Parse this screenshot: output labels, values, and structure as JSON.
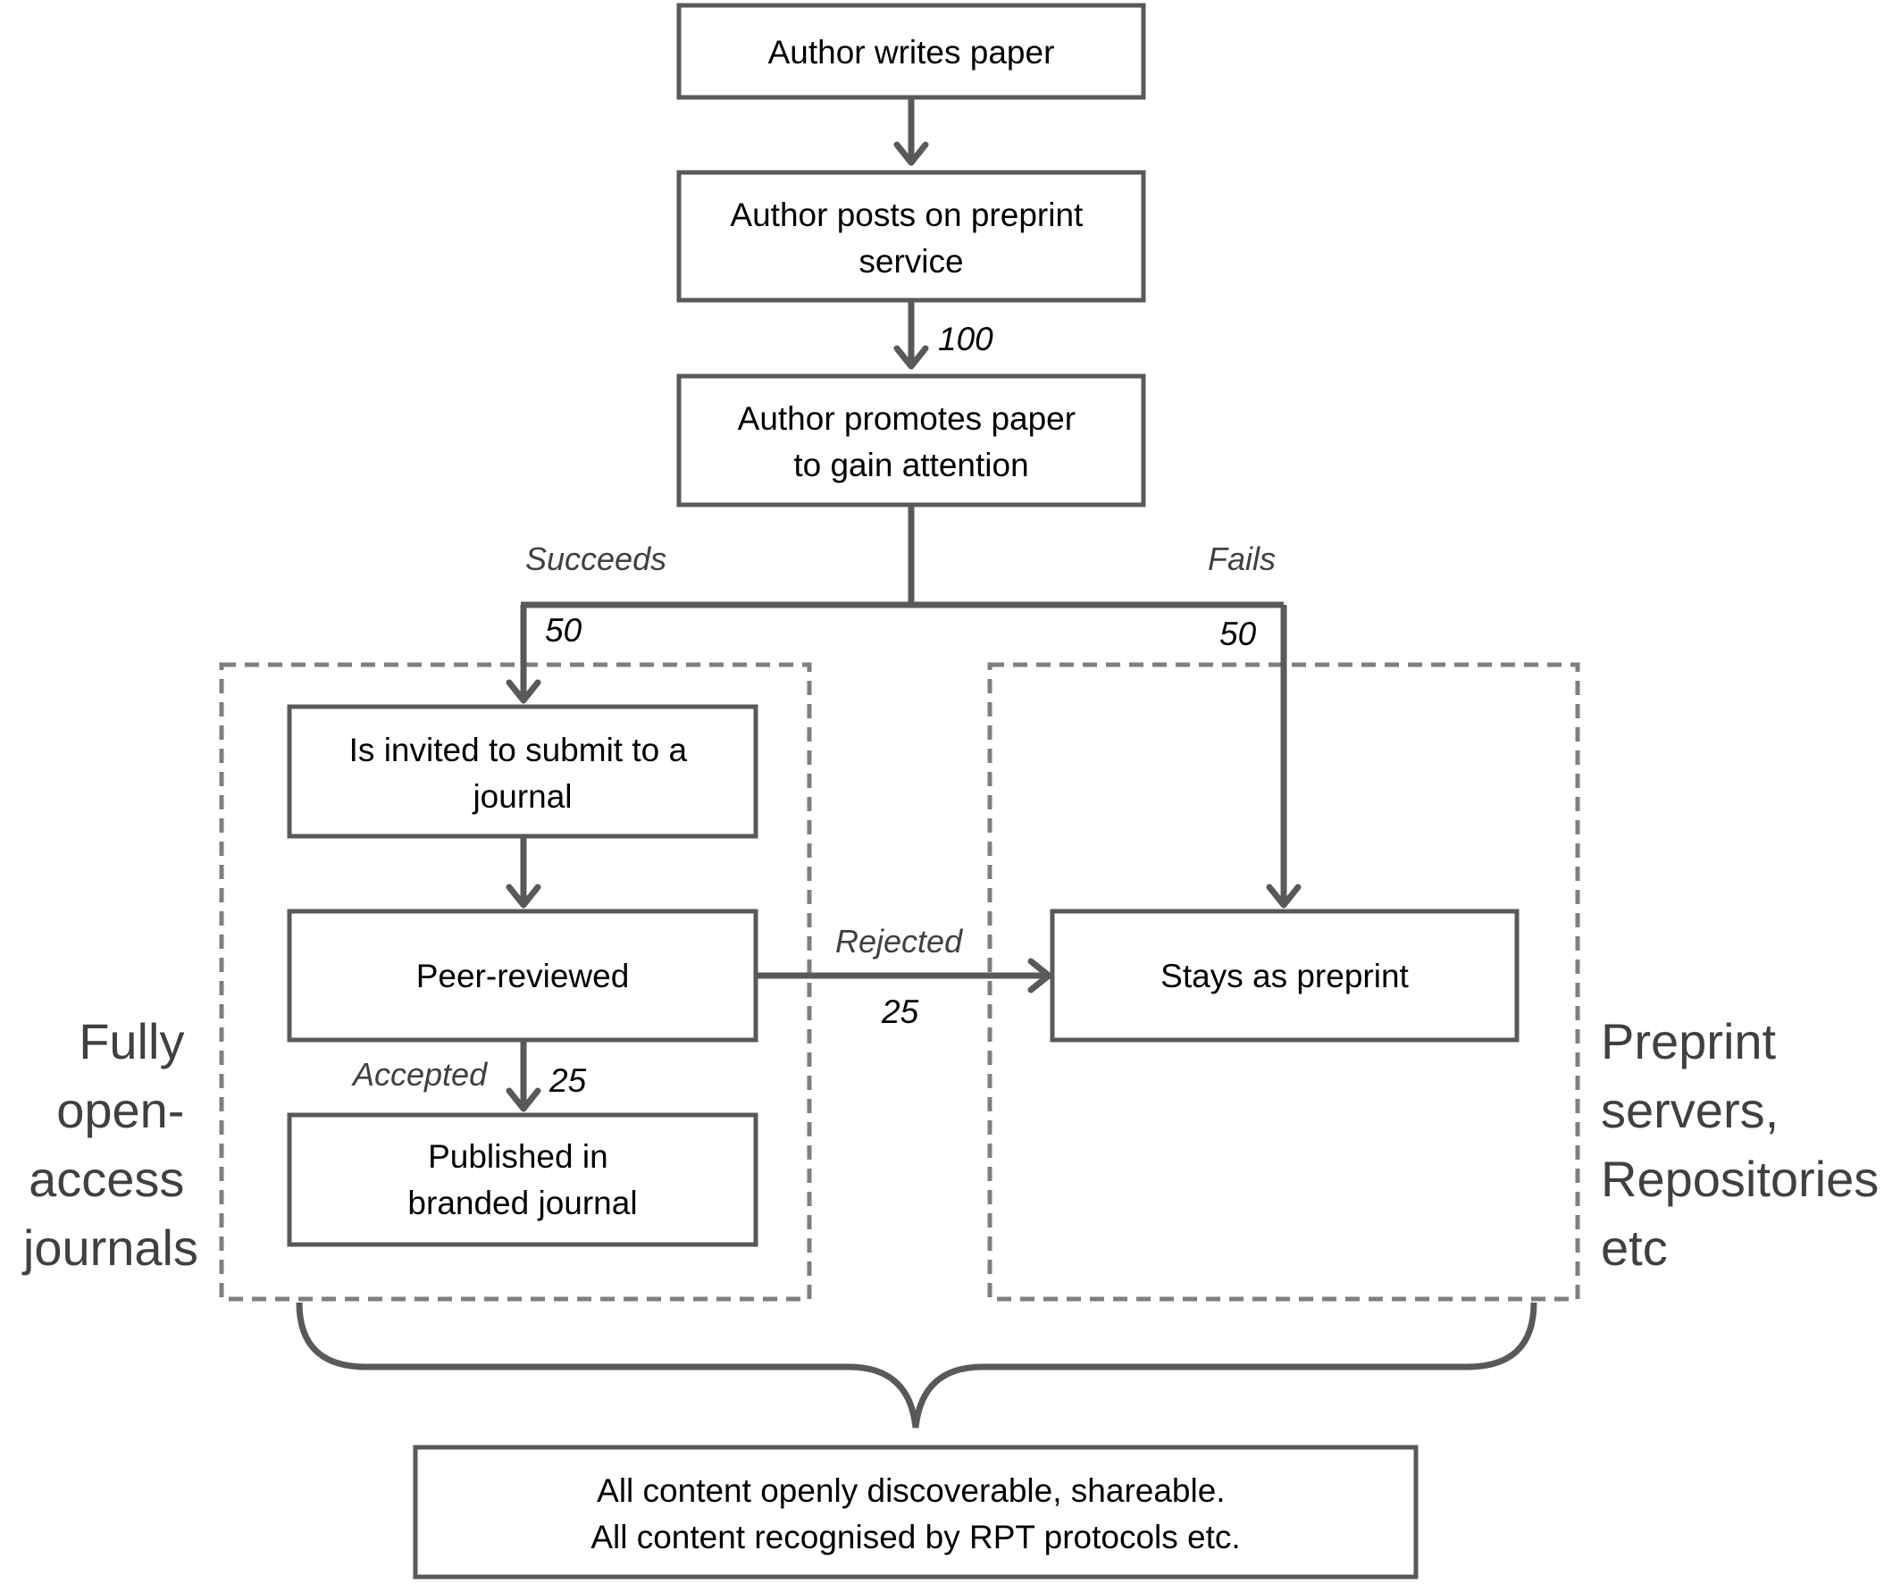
{
  "diagram": {
    "nodes": {
      "writes": [
        "Author writes paper"
      ],
      "posts": [
        "Author posts on preprint",
        "service"
      ],
      "promotes": [
        "Author promotes paper",
        "to gain attention"
      ],
      "invited": [
        "Is invited to submit to a",
        "journal"
      ],
      "peer": [
        "Peer-reviewed"
      ],
      "published": [
        "Published in",
        "branded journal"
      ],
      "stays": [
        "Stays as preprint"
      ],
      "final": [
        "All content openly discoverable, shareable.",
        "All content recognised by RPT protocols etc."
      ]
    },
    "edge_labels": {
      "n100": "100",
      "succeeds": "Succeeds",
      "fails": "Fails",
      "n50_left": "50",
      "n50_right": "50",
      "rejected": "Rejected",
      "n25_rejected": "25",
      "accepted": "Accepted",
      "n25_accepted": "25"
    },
    "groups": {
      "journals": [
        "Fully",
        "open-",
        "access",
        "journals"
      ],
      "preprints": [
        "Preprint",
        "servers,",
        "Repositories",
        "etc"
      ]
    }
  }
}
